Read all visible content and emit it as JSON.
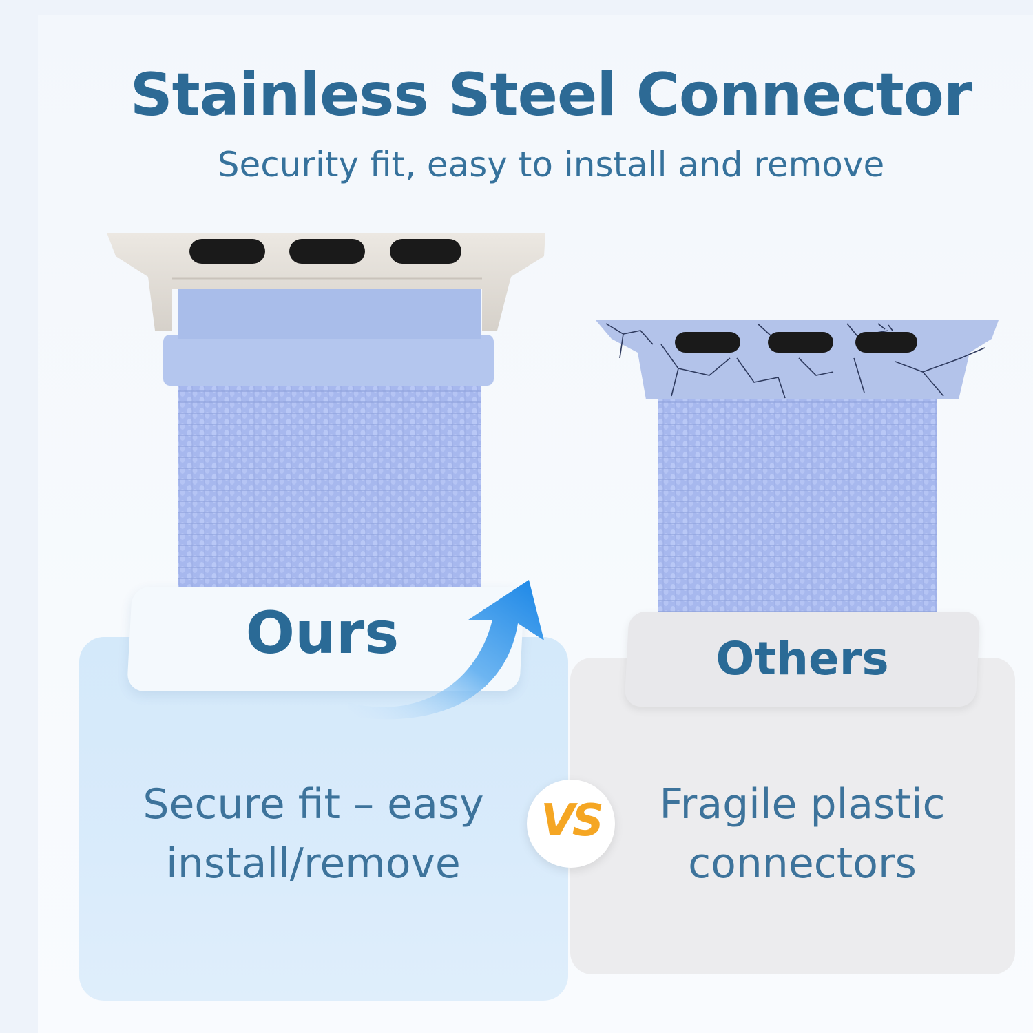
{
  "header": {
    "title": "Stainless Steel Connector",
    "subtitle": "Security fit, easy to install and remove"
  },
  "comparison": {
    "ours": {
      "label": "Ours",
      "description_line1": "Secure fit – easy",
      "description_line2": "install/remove"
    },
    "others": {
      "label": "Others",
      "description_line1": "Fragile plastic",
      "description_line2": "connectors"
    },
    "vs": "VS"
  },
  "colors": {
    "title": "#2d6a95",
    "band": "#a9bbf0",
    "ours_card": "#d6eafa",
    "others_card": "#ececee",
    "vs_accent": "#f5a623",
    "arrow": "#1f8fe8"
  },
  "icons": {
    "arrow": "curved-up-arrow-icon",
    "vs": "vs-badge-icon"
  }
}
